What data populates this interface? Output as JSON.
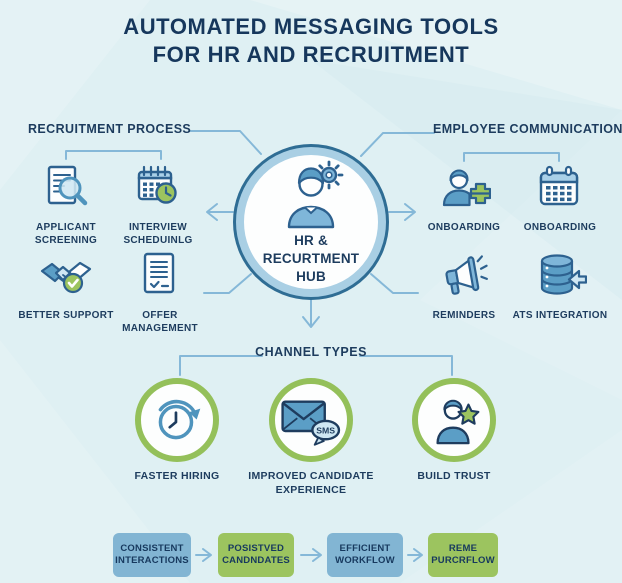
{
  "title": {
    "text": "AUTOMATED MESSAGING TOOLS\nFOR HR AND RECRUITMENT",
    "color": "#16375c"
  },
  "hub": {
    "label": "HR & RECURTMENT\nHUB",
    "icon": "person-gear-icon"
  },
  "sections": {
    "recruitment": {
      "header": "RECRUITMENT PROCESS",
      "items": [
        {
          "label": "APPLICANT\nSCREENING",
          "icon": "document-search-icon"
        },
        {
          "label": "INTERVIEW\nSCHEDUINLG",
          "icon": "calendar-clock-icon"
        },
        {
          "label": "BETTER SUPPORT",
          "icon": "handshake-check-icon"
        },
        {
          "label": "OFFER\nMANAGEMENT",
          "icon": "document-check-icon"
        }
      ]
    },
    "employee": {
      "header": "EMPLOYEE COMMUNICATION",
      "items": [
        {
          "label": "ONBOARDING",
          "icon": "person-plus-icon"
        },
        {
          "label": "ONBOARDING",
          "icon": "calendar-icon"
        },
        {
          "label": "REMINDERS",
          "icon": "megaphone-icon"
        },
        {
          "label": "ATS INTEGRATION",
          "icon": "database-arrow-icon"
        }
      ]
    },
    "channels": {
      "header": "CHANNEL TYPES",
      "items": [
        {
          "label": "FASTER HIRING",
          "icon": "clock-refresh-icon"
        },
        {
          "label": "IMPROVED CANDIDATE\nEXPERIENCE",
          "icon": "envelope-sms-icon",
          "badge": "SMS"
        },
        {
          "label": "BUILD TRUST",
          "icon": "person-star-icon"
        }
      ]
    }
  },
  "flow": {
    "steps": [
      {
        "label": "CONSISTENT\nINTERACTIONS",
        "color": "#82b5d3"
      },
      {
        "label": "POSISTVED\nCANDNDATES",
        "color": "#9cc45f"
      },
      {
        "label": "EFFICIENT\nWORKFLOW",
        "color": "#82b5d3"
      },
      {
        "label": "REME\nPURCRFLOW",
        "color": "#9cc45f"
      }
    ]
  },
  "colors": {
    "background": "#dff0f3",
    "navy_text": "#1d3c5e",
    "connector_blue": "#85b8d8",
    "hub_ring": "#a9cfe4",
    "hub_border": "#2f6d94",
    "green_ring": "#94c05a",
    "icon_blue": "#5b9ec6",
    "icon_light_blue": "#a9d0e8",
    "accent_green": "#9cc45f"
  }
}
